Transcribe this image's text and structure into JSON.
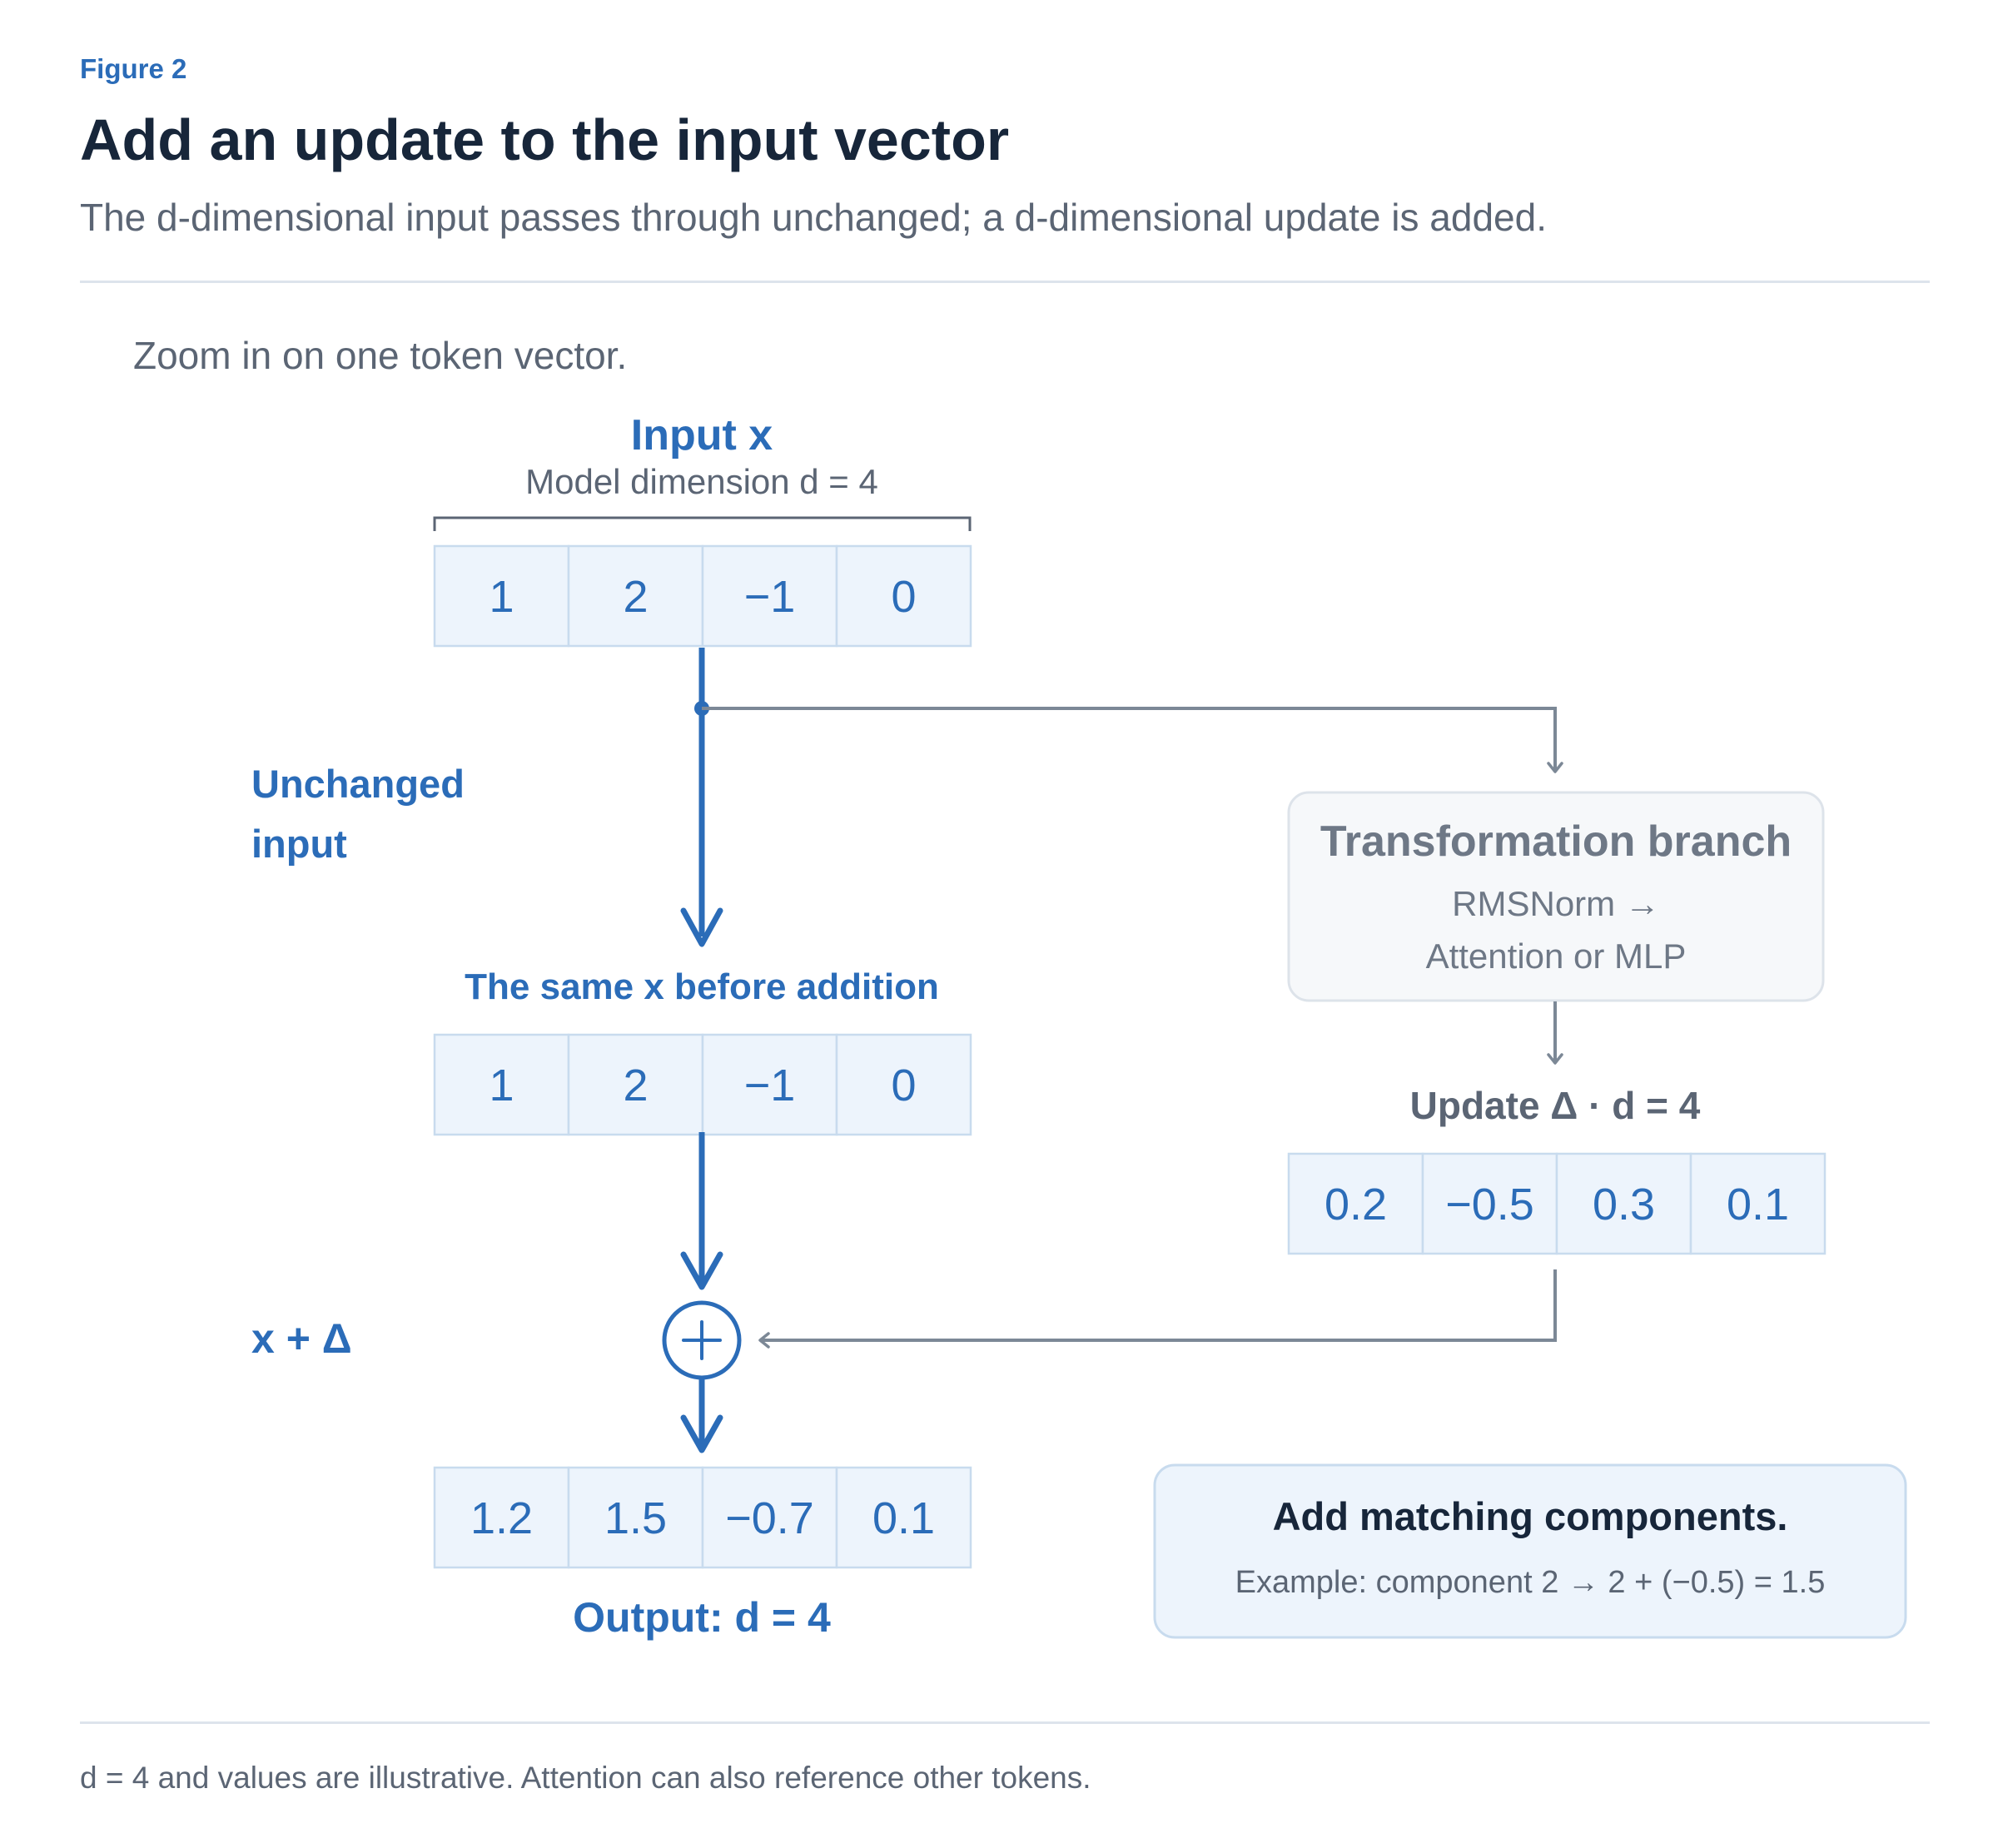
{
  "header": {
    "figure_label": "Figure 2",
    "title": "Add an update to the input vector",
    "subtitle": "The d-dimensional input passes through unchanged; a d-dimensional update is added."
  },
  "intro": "Zoom in on one token vector.",
  "input": {
    "title": "Input x",
    "subtitle": "Model dimension d = 4",
    "values": [
      "1",
      "2",
      "−1",
      "0"
    ]
  },
  "skip_path": {
    "label_line1": "Unchanged",
    "label_line2": "input",
    "same_x_label": "The same x before addition",
    "values": [
      "1",
      "2",
      "−1",
      "0"
    ]
  },
  "branch": {
    "title": "Transformation branch",
    "line1": "RMSNorm →",
    "line2": "Attention or MLP"
  },
  "update": {
    "label": "Update Δ · d = 4",
    "values": [
      "0.2",
      "−0.5",
      "0.3",
      "0.1"
    ]
  },
  "sum": {
    "label": "x + Δ",
    "symbol": "+"
  },
  "output": {
    "values": [
      "1.2",
      "1.5",
      "−0.7",
      "0.1"
    ],
    "label": "Output: d = 4"
  },
  "note": {
    "title": "Add matching components.",
    "example": "Example: component 2 → 2 + (−0.5) = 1.5"
  },
  "footer": "d = 4 and values are illustrative. Attention can also reference other tokens.",
  "colors": {
    "blue": "#2b6cb8",
    "gray": "#7c8896",
    "cell_fill": "#edf4fc",
    "cell_stroke": "#c8dbee",
    "text_dark": "#17263a"
  }
}
